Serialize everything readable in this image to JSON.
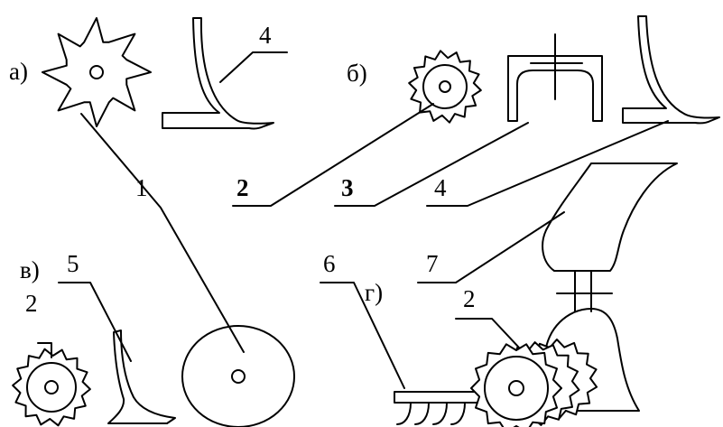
{
  "labels": {
    "part_a": "а)",
    "part_b": "б)",
    "part_v": "в)",
    "part_g": "г)",
    "n1": "1",
    "n2_b": "2",
    "n3_b": "3",
    "n4_a": "4",
    "n4_b": "4",
    "n2_v": "2",
    "n5": "5",
    "n6": "6",
    "n7": "7",
    "n2_g": "2"
  }
}
